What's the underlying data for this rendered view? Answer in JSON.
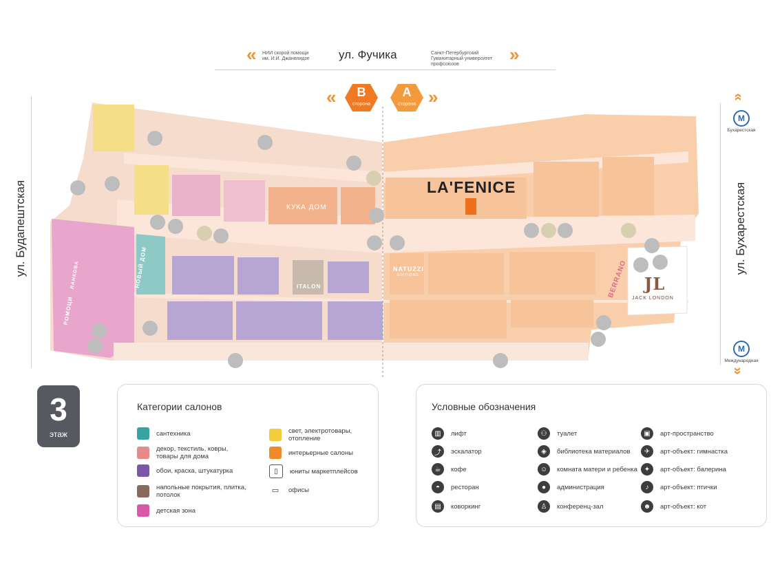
{
  "streets": {
    "top": "ул. Фучика",
    "left": "ул. Будапештская",
    "right": "ул. Бухарестская",
    "top_left_note": "НИИ скорой помощи им. И.И. Джанелидзе",
    "top_right_note": "Санкт-Петербургский Гуманитарный университет профсоюзов"
  },
  "sides": {
    "b": {
      "letter": "B",
      "label": "сторона"
    },
    "a": {
      "letter": "A",
      "label": "сторона"
    }
  },
  "metro": {
    "top": "Бухарестская",
    "bottom": "Международная"
  },
  "brands": {
    "lafenice": "LA'FENICE",
    "kuka": "КУКА ДОМ",
    "natuzzi": "NATUZZI",
    "natuzzi_sub": "EDITIONS",
    "italon": "ITALON",
    "berrano": "BERRANO",
    "jack": "JACK LONDON",
    "novy_dom": "НОВЫЙ ДОМ",
    "lankova": "ЛАНКОВА",
    "pomotsi": "РОМОЦИ"
  },
  "floor": {
    "number": "3",
    "label": "этаж"
  },
  "categories": {
    "title": "Категории салонов",
    "items": [
      {
        "label": "сантехника",
        "color": "#3aa3a0",
        "icon": "faucet-icon"
      },
      {
        "label": "декор, текстиль, ковры, товары для дома",
        "color": "#e98a8a",
        "icon": "decor-icon"
      },
      {
        "label": "обои, краска, штукатурка",
        "color": "#7b58a5",
        "icon": "paint-roller-icon"
      },
      {
        "label": "напольные покрытия, плитка, потолок",
        "color": "#8a6a5a",
        "icon": "tile-icon"
      },
      {
        "label": "детская зона",
        "color": "#d85aa5",
        "icon": "rocking-horse-icon"
      },
      {
        "label": "свет, электротовары, отопление",
        "color": "#f2cc3a",
        "icon": "lamp-icon"
      },
      {
        "label": "интерьерные салоны",
        "color": "#f08a2a",
        "icon": "sofa-icon"
      },
      {
        "label": "юниты маркетплейсов",
        "color": "#ffffff",
        "icon": "phone-icon"
      },
      {
        "label": "офисы",
        "color": "#ffffff",
        "icon": "monitor-icon"
      }
    ]
  },
  "symbols": {
    "title": "Условные обозначения",
    "col1": [
      {
        "label": "лифт",
        "icon": "elevator-icon"
      },
      {
        "label": "эскалатор",
        "icon": "escalator-icon"
      },
      {
        "label": "кофе",
        "icon": "coffee-icon"
      },
      {
        "label": "ресторан",
        "icon": "restaurant-icon"
      },
      {
        "label": "коворкинг",
        "icon": "coworking-icon"
      }
    ],
    "col2": [
      {
        "label": "туалет",
        "icon": "toilet-icon"
      },
      {
        "label": "библиотека материалов",
        "icon": "library-icon"
      },
      {
        "label": "комната матери и ребенка",
        "icon": "mother-child-icon"
      },
      {
        "label": "администрация",
        "icon": "admin-icon"
      },
      {
        "label": "конференц-зал",
        "icon": "conference-icon"
      }
    ],
    "col3": [
      {
        "label": "арт-пространство",
        "icon": "art-space-icon"
      },
      {
        "label": "арт-объект: гимнастка",
        "icon": "gymnast-icon"
      },
      {
        "label": "арт-объект: балерина",
        "icon": "ballerina-icon"
      },
      {
        "label": "арт-объект: птички",
        "icon": "birds-icon"
      },
      {
        "label": "арт-объект: кот",
        "icon": "cat-icon"
      }
    ]
  },
  "colors": {
    "zone_a": "#f8cfa9",
    "zone_b": "#f6d9c8",
    "accent": "#f39232",
    "purple": "#b7a5d3",
    "pink": "#e9b6cc",
    "teal": "#8fc9c6",
    "yellow": "#f4df88"
  }
}
